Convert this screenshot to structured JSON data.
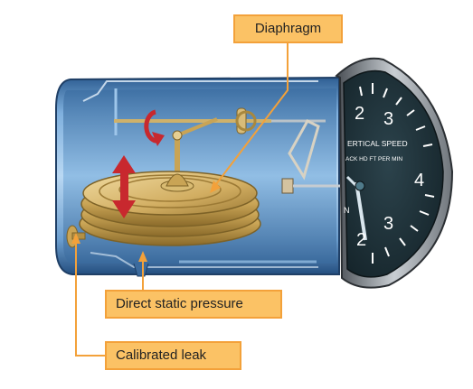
{
  "labels": {
    "diaphragm": "Diaphragm",
    "direct_static_pressure": "Direct static pressure",
    "calibrated_leak": "Calibrated leak"
  },
  "instrument_face": {
    "title_line1": "ERTICAL SPEED",
    "title_line2": "ACK  HD FT PER MIN",
    "scale_numbers_upper": [
      "2",
      "3",
      "4"
    ],
    "scale_numbers_lower": [
      "3",
      "2"
    ],
    "side_letter": "N"
  },
  "colors": {
    "callout_fill": "#fbc265",
    "callout_border": "#f3a13a",
    "leader_line": "#f3a13a",
    "case_blue": "#5b8fc4",
    "instrument_face": "#1d2f36",
    "diaphragm_gold": "#c9a455",
    "arrow_red": "#c8282e"
  },
  "icons": {
    "direction_arrow": "double-headed-vertical-arrow",
    "rotation_arrow": "curved-rotation-arrow"
  }
}
